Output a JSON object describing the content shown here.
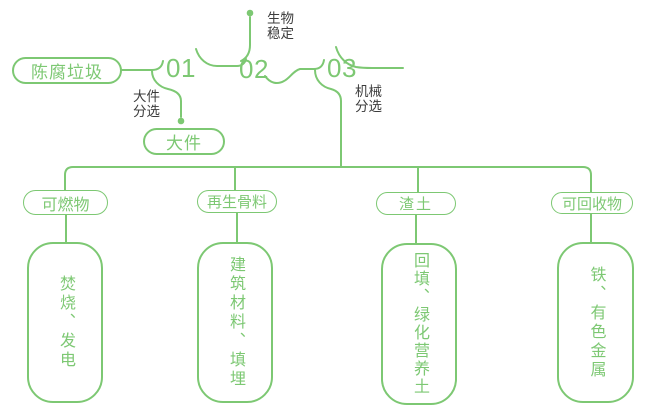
{
  "colors": {
    "green": "#7dc873",
    "ink": "#3c3c3c",
    "bg": "#ffffff"
  },
  "flow": {
    "source": "陈腐垃圾",
    "steps": [
      {
        "number": "01",
        "label": "大件分选",
        "output": "大件"
      },
      {
        "number": "02",
        "label": "生物稳定"
      },
      {
        "number": "03",
        "label": "机械分选"
      }
    ]
  },
  "branches": [
    {
      "category": "可燃物",
      "outcome": "焚烧、发电"
    },
    {
      "category": "再生骨料",
      "outcome": "建筑材料、填埋"
    },
    {
      "category": "渣土",
      "outcome": "回填、绿化营养土"
    },
    {
      "category": "可回收物",
      "outcome": "铁、有色金属"
    }
  ]
}
